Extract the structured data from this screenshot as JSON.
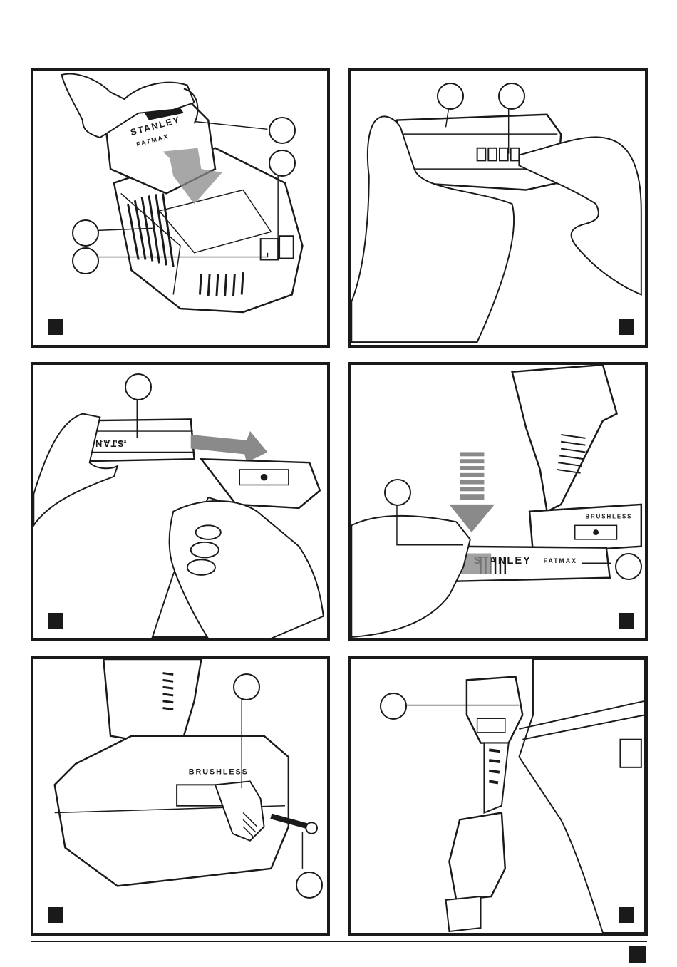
{
  "panels": [
    {
      "brand": "STANLEY",
      "sub_brand": "FATMAX"
    },
    {},
    {
      "brand": "STANLEY",
      "sub_brand": "FATMAX"
    },
    {
      "brand": "STANLEY",
      "sub_brand": "FATMAX",
      "tool_text": "BRUSHLESS"
    },
    {
      "tool_text": "BRUSHLESS"
    },
    {}
  ]
}
